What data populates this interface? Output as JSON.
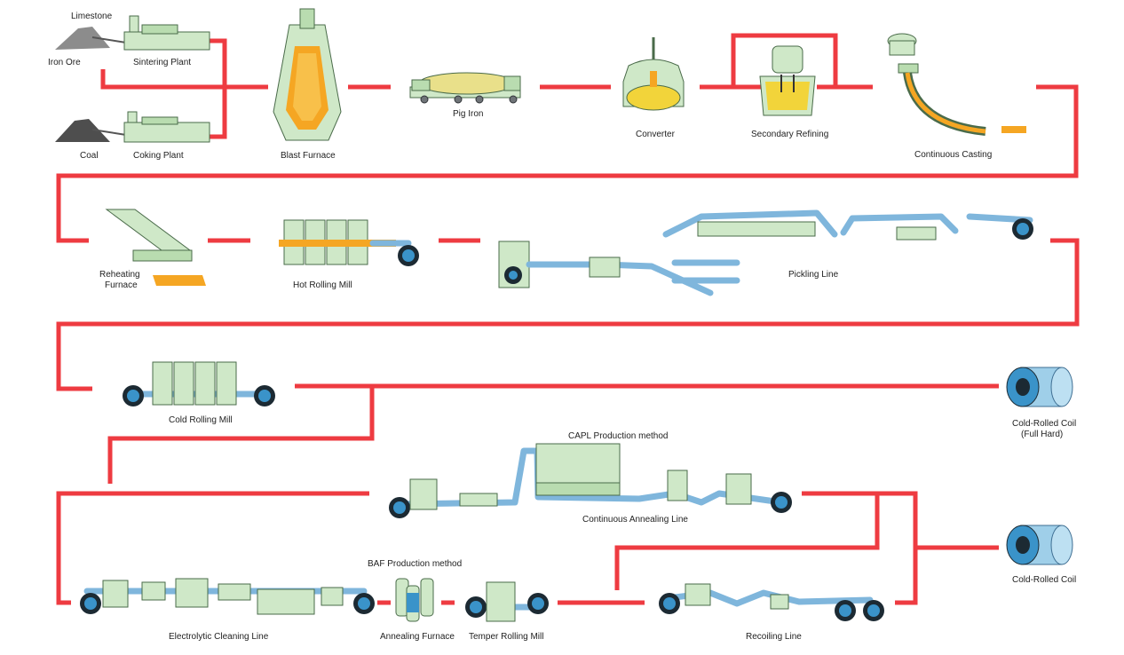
{
  "labels": {
    "limestone": "Limestone",
    "iron_ore": "Iron Ore",
    "sintering_plant": "Sintering Plant",
    "coal": "Coal",
    "coking_plant": "Coking Plant",
    "blast_furnace": "Blast Furnace",
    "pig_iron": "Pig Iron",
    "converter": "Converter",
    "secondary_refining": "Secondary Refining",
    "continuous_casting": "Continuous Casting",
    "reheating_furnace_1": "Reheating",
    "reheating_furnace_2": "Furnace",
    "hot_rolling_mill": "Hot Rolling Mill",
    "pickling_line": "Pickling Line",
    "cold_rolling_mill": "Cold Rolling Mill",
    "cold_rolled_coil_full_hard_1": "Cold-Rolled Coil",
    "cold_rolled_coil_full_hard_2": "(Full Hard)",
    "capl_method": "CAPL Production method",
    "continuous_annealing_line": "Continuous Annealing Line",
    "baf_method": "BAF Production method",
    "cold_rolled_coil": "Cold-Rolled Coil",
    "electrolytic_cleaning_line": "Electrolytic Cleaning Line",
    "annealing_furnace": "Annealing Furnace",
    "temper_rolling_mill": "Temper Rolling Mill",
    "recoiling_line": "Recoiling Line"
  },
  "colors": {
    "flow": "#ee3b41",
    "equipment": "#cfe8c8",
    "strip": "#7fb6dc",
    "molten": "#f5a623",
    "coil": "#3a93c9"
  }
}
